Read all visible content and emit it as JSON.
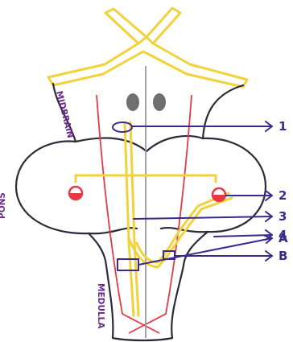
{
  "regions": {
    "midbrain": "MIDBRAIN",
    "pons": "PONS",
    "medulla": "MEDULLA"
  },
  "pointers": [
    {
      "label": "1"
    },
    {
      "label": "2"
    },
    {
      "label": "3"
    },
    {
      "label": "4"
    },
    {
      "label": "A"
    },
    {
      "label": "B"
    }
  ],
  "colors": {
    "outline": "#2b2b3a",
    "tract_yellow": "#f2d23a",
    "tract_red": "#e53945",
    "pointer_purple": "#3a2a8c",
    "region_label": "#6a2a8a",
    "midline_gray": "#9a9a9a",
    "nucleus_gray": "#6f6f6f"
  }
}
